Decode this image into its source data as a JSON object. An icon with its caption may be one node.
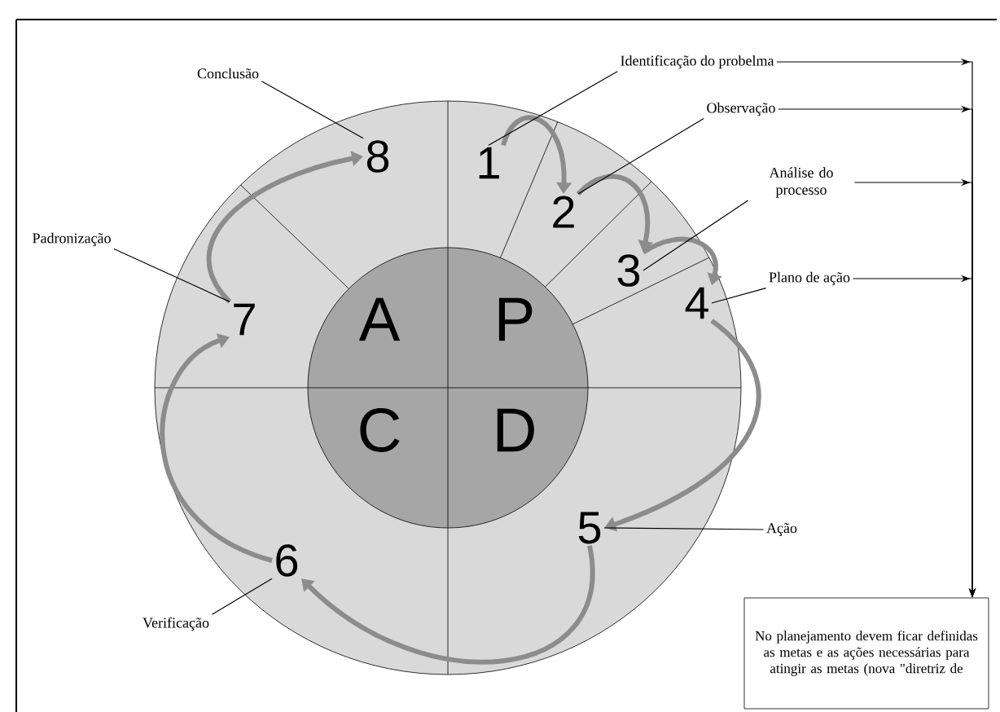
{
  "diagram": {
    "nodes": [
      {
        "text": [],
        "shape": "circle"
      },
      {
        "text": [],
        "shape": "circle",
        "in": 0
      },
      {
        "text": [
          "1"
        ],
        "in": 0
      },
      {
        "text": [
          "2"
        ],
        "in": 0
      },
      {
        "text": [
          "3"
        ],
        "in": 0
      },
      {
        "text": [
          "4"
        ],
        "in": 0
      },
      {
        "text": [
          "5"
        ],
        "in": 0
      },
      {
        "text": [
          "6"
        ],
        "in": 0
      },
      {
        "text": [
          "7"
        ],
        "in": 0
      },
      {
        "text": [
          "8"
        ],
        "in": 0
      },
      {
        "text": [
          "Identificação do probelma"
        ]
      },
      {
        "text": [
          "Observação"
        ]
      },
      {
        "text": [
          "Análise do processo"
        ]
      },
      {
        "text": [
          "Plano de ação"
        ]
      },
      {
        "text": [
          "Ação"
        ]
      },
      {
        "text": [
          "Verificação"
        ]
      },
      {
        "text": [
          "Padronização"
        ]
      },
      {
        "text": [
          "Conclusão"
        ]
      },
      {
        "text": [
          "No planejamento devem ficar definidas as metas e as ações necessárias para atingir as metas (nova \"diretriz de"
        ]
      }
    ],
    "edges": [
      {
        "from": 2,
        "to": 3,
        "arrow": "to",
        "style": "thick",
        "color": "#8c8c8c"
      },
      {
        "from": 3,
        "to": 4,
        "arrow": "to",
        "style": "thick",
        "color": "#8c8c8c"
      },
      {
        "from": 4,
        "to": 5,
        "arrow": "to",
        "style": "thick",
        "color": "#8c8c8c"
      },
      {
        "from": 5,
        "to": 6,
        "arrow": "to",
        "style": "thick",
        "color": "#8c8c8c"
      },
      {
        "from": 6,
        "to": 7,
        "arrow": "to",
        "style": "thick",
        "color": "#8c8c8c"
      },
      {
        "from": 7,
        "to": 8,
        "arrow": "to",
        "style": "thick",
        "color": "#8c8c8c"
      },
      {
        "from": 8,
        "to": 9,
        "arrow": "to",
        "style": "thick",
        "color": "#8c8c8c"
      },
      {
        "from": 10,
        "to": 2,
        "arrow": "none"
      },
      {
        "from": 11,
        "to": 3,
        "arrow": "none"
      },
      {
        "from": 12,
        "to": 4,
        "arrow": "none"
      },
      {
        "from": 13,
        "to": 5,
        "arrow": "none"
      },
      {
        "from": 14,
        "to": 6,
        "arrow": "none"
      },
      {
        "from": 15,
        "to": 7,
        "arrow": "none"
      },
      {
        "from": 16,
        "to": 8,
        "arrow": "none"
      },
      {
        "from": 17,
        "to": 9,
        "arrow": "none"
      },
      {
        "from": 10,
        "to": 18,
        "arrow": "to"
      },
      {
        "from": 11,
        "to": 18,
        "arrow": "to"
      },
      {
        "from": 12,
        "to": 18,
        "arrow": "to"
      },
      {
        "from": 13,
        "to": 18,
        "arrow": "to"
      }
    ],
    "labels": [
      "A",
      "P",
      "C",
      "D"
    ]
  }
}
